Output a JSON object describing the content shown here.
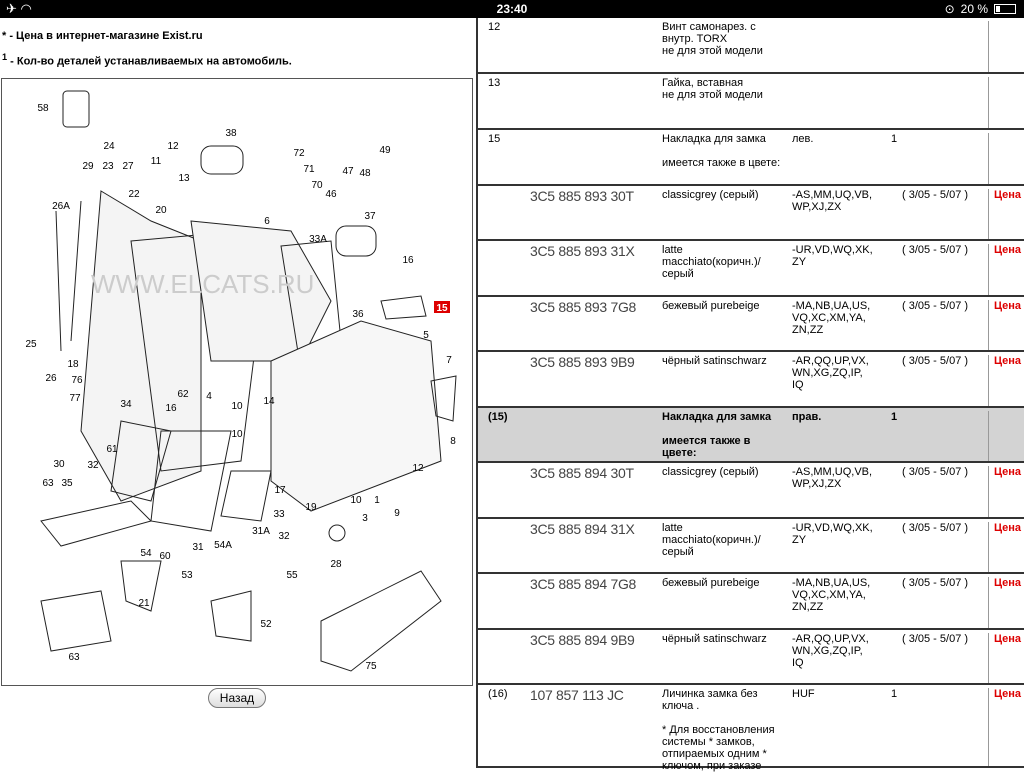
{
  "status": {
    "time": "23:40",
    "battery": "20 %",
    "battery_level": 0.2
  },
  "notes": {
    "price_marker": "*",
    "price_note": " - Цена в интернет-магазине Exist.ru",
    "qty_marker": "1",
    "qty_note": " - Кол-во деталей устанавливаемых на автомобиль."
  },
  "diagram": {
    "watermark": "WWW.ELCATS.RU",
    "labels": [
      "58",
      "24",
      "12",
      "38",
      "72",
      "71",
      "70",
      "47",
      "49",
      "29",
      "23",
      "27",
      "11",
      "13",
      "22",
      "48",
      "46",
      "26A",
      "20",
      "6",
      "37",
      "33A",
      "16",
      "15",
      "36",
      "5",
      "25",
      "26",
      "18",
      "76",
      "77",
      "62",
      "4",
      "34",
      "16",
      "10",
      "14",
      "7",
      "8",
      "61",
      "10",
      "30",
      "63",
      "35",
      "32",
      "17",
      "19",
      "10",
      "1",
      "3",
      "12",
      "9",
      "33",
      "31A",
      "32",
      "54",
      "60",
      "31",
      "54A",
      "28",
      "53",
      "55",
      "21",
      "52",
      "75",
      "63"
    ]
  },
  "back_button": "Назад",
  "rows": [
    {
      "num": "12",
      "pn": "",
      "desc": [
        "Винт самонарез. с",
        "внутр. TORX",
        "не для этой модели"
      ],
      "rem": [],
      "qty": "",
      "date": "",
      "price": ""
    },
    {
      "num": "13",
      "pn": "",
      "desc": [
        "Гайка, вставная",
        "не для этой модели"
      ],
      "rem": [],
      "qty": "",
      "date": "",
      "price": ""
    },
    {
      "num": "15",
      "pn": "",
      "desc": [
        "Накладка для замка"
      ],
      "desc2": "имеется также в цвете:",
      "rem": [
        "лев."
      ],
      "qty": "1",
      "date": "",
      "price": ""
    },
    {
      "num": "",
      "pn": "3C5 885 893 30T",
      "desc": [
        "classicgrey (серый)"
      ],
      "rem": [
        "-AS,MM,UQ,VB,",
        "WP,XJ,ZX"
      ],
      "qty": "",
      "date": "( 3/05 - 5/07 )",
      "price": "Цена"
    },
    {
      "num": "",
      "pn": "3C5 885 893 31X",
      "desc": [
        "latte",
        "macchiato(коричн.)/",
        "серый"
      ],
      "rem": [
        "-UR,VD,WQ,XK,",
        "ZY"
      ],
      "qty": "",
      "date": "( 3/05 - 5/07 )",
      "price": "Цена"
    },
    {
      "num": "",
      "pn": "3C5 885 893 7G8",
      "desc": [
        "бежевый purebeige"
      ],
      "rem": [
        "-MA,NB,UA,US,",
        "VQ,XC,XM,YA,",
        "ZN,ZZ"
      ],
      "qty": "",
      "date": "( 3/05 - 5/07 )",
      "price": "Цена"
    },
    {
      "num": "",
      "pn": "3C5 885 893 9B9",
      "desc": [
        "чёрный satinschwarz"
      ],
      "rem": [
        "-AR,QQ,UP,VX,",
        "WN,XG,ZQ,IP,",
        "IQ"
      ],
      "qty": "",
      "date": "( 3/05 - 5/07 )",
      "price": "Цена"
    },
    {
      "num": "(15)",
      "pn": "",
      "desc": [
        "Накладка для замка"
      ],
      "desc2": "имеется также в цвете:",
      "rem": [
        "прав."
      ],
      "qty": "1",
      "date": "",
      "price": "",
      "grey": true
    },
    {
      "num": "",
      "pn": "3C5 885 894 30T",
      "desc": [
        "classicgrey (серый)"
      ],
      "rem": [
        "-AS,MM,UQ,VB,",
        "WP,XJ,ZX"
      ],
      "qty": "",
      "date": "( 3/05 - 5/07 )",
      "price": "Цена"
    },
    {
      "num": "",
      "pn": "3C5 885 894 31X",
      "desc": [
        "latte",
        "macchiato(коричн.)/",
        "серый"
      ],
      "rem": [
        "-UR,VD,WQ,XK,",
        "ZY"
      ],
      "qty": "",
      "date": "( 3/05 - 5/07 )",
      "price": "Цена"
    },
    {
      "num": "",
      "pn": "3C5 885 894 7G8",
      "desc": [
        "бежевый purebeige"
      ],
      "rem": [
        "-MA,NB,UA,US,",
        "VQ,XC,XM,YA,",
        "ZN,ZZ"
      ],
      "qty": "",
      "date": "( 3/05 - 5/07 )",
      "price": "Цена"
    },
    {
      "num": "",
      "pn": "3C5 885 894 9B9",
      "desc": [
        "чёрный satinschwarz"
      ],
      "rem": [
        "-AR,QQ,UP,VX,",
        "WN,XG,ZQ,IP,",
        "IQ"
      ],
      "qty": "",
      "date": "( 3/05 - 5/07 )",
      "price": "Цена"
    },
    {
      "num": "(16)",
      "pn": "107 857 113 JC",
      "desc": [
        "Личинка замка без",
        "ключа ."
      ],
      "desc2": "* Для восстановления системы * замков, отпираемых одним * ключом, при заказе",
      "rem": [
        "HUF"
      ],
      "qty": "1",
      "date": "",
      "price": "Цена"
    }
  ]
}
